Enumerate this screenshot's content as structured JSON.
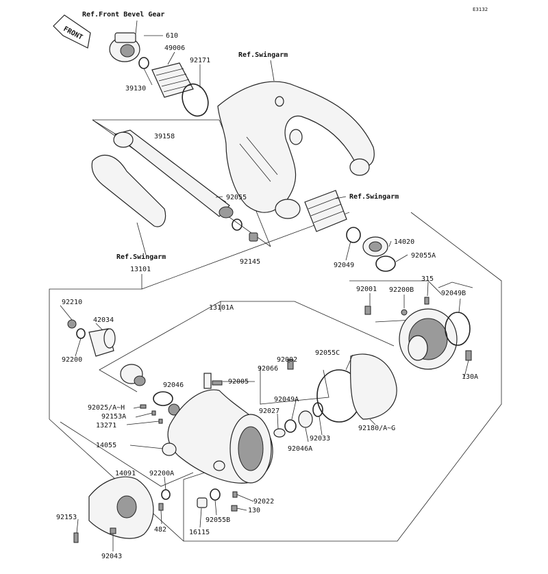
{
  "diagram": {
    "code": "E3132",
    "front_label": "FRONT",
    "refs": {
      "front_bevel_gear": "Ref.Front Bevel Gear",
      "swingarm_top": "Ref.Swingarm",
      "swingarm_right": "Ref.Swingarm",
      "swingarm_left": "Ref.Swingarm"
    },
    "parts": {
      "p610": "610",
      "p49006": "49006",
      "p92171": "92171",
      "p39130": "39130",
      "p39158": "39158",
      "p92055": "92055",
      "p92145": "92145",
      "p13101": "13101",
      "p13101A": "13101A",
      "p14020": "14020",
      "p92049": "92049",
      "p92055A": "92055A",
      "p315": "315",
      "p92001": "92001",
      "p92200B": "92200B",
      "p92049B": "92049B",
      "p92210": "92210",
      "p42034": "42034",
      "p92200": "92200",
      "p92055C": "92055C",
      "p92002": "92002",
      "p92066": "92066",
      "p130A": "130A",
      "p92005": "92005",
      "p92046": "92046",
      "p92025": "92025/A~H",
      "p92153A": "92153A",
      "p13271": "13271",
      "p92049A": "92049A",
      "p92027": "92027",
      "p92033": "92033",
      "p92046A": "92046A",
      "p92180": "92180/A~G",
      "p14055": "14055",
      "p14091": "14091",
      "p92200A": "92200A",
      "p92022": "92022",
      "p130": "130",
      "p92153": "92153",
      "p482": "482",
      "p92055B": "92055B",
      "p16115": "16115",
      "p92043": "92043"
    }
  }
}
